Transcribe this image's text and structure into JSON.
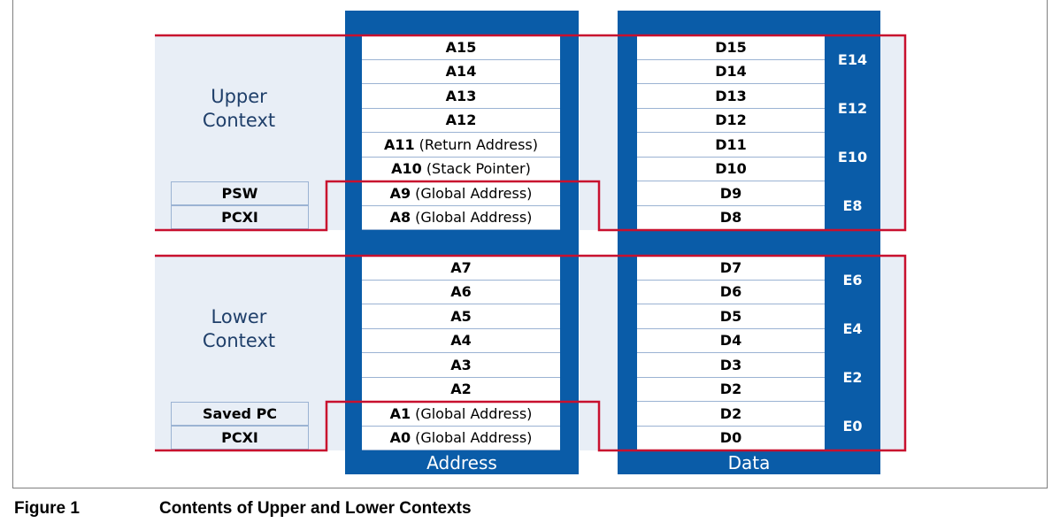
{
  "upper": {
    "label_line1": "Upper",
    "label_line2": "Context",
    "address_rows": [
      {
        "reg": "A15",
        "note": ""
      },
      {
        "reg": "A14",
        "note": ""
      },
      {
        "reg": "A13",
        "note": ""
      },
      {
        "reg": "A12",
        "note": ""
      },
      {
        "reg": "A11",
        "note": "(Return Address)"
      },
      {
        "reg": "A10",
        "note": "(Stack Pointer)"
      },
      {
        "reg": "A9",
        "note": "(Global Address)"
      },
      {
        "reg": "A8",
        "note": "(Global Address)"
      }
    ],
    "data_rows": [
      "D15",
      "D14",
      "D13",
      "D12",
      "D11",
      "D10",
      "D9",
      "D8"
    ],
    "extended": [
      "E14",
      "E12",
      "E10",
      "E8"
    ],
    "side_boxes": [
      "PSW",
      "PCXI"
    ]
  },
  "lower": {
    "label_line1": "Lower",
    "label_line2": "Context",
    "address_rows": [
      {
        "reg": "A7",
        "note": ""
      },
      {
        "reg": "A6",
        "note": ""
      },
      {
        "reg": "A5",
        "note": ""
      },
      {
        "reg": "A4",
        "note": ""
      },
      {
        "reg": "A3",
        "note": ""
      },
      {
        "reg": "A2",
        "note": ""
      },
      {
        "reg": "A1",
        "note": "(Global Address)"
      },
      {
        "reg": "A0",
        "note": "(Global Address)"
      }
    ],
    "data_rows": [
      "D7",
      "D6",
      "D5",
      "D4",
      "D3",
      "D2",
      "D2",
      "D0"
    ],
    "extended": [
      "E6",
      "E4",
      "E2",
      "E0"
    ],
    "side_boxes": [
      "Saved PC",
      "PCXI"
    ]
  },
  "footers": {
    "address": "Address",
    "data": "Data"
  },
  "caption": {
    "number": "Figure 1",
    "title": "Contents of Upper and Lower Contexts"
  },
  "colors": {
    "blue": "#0a5ca8",
    "red": "#c8102e",
    "context_bg": "#e8eef6"
  }
}
